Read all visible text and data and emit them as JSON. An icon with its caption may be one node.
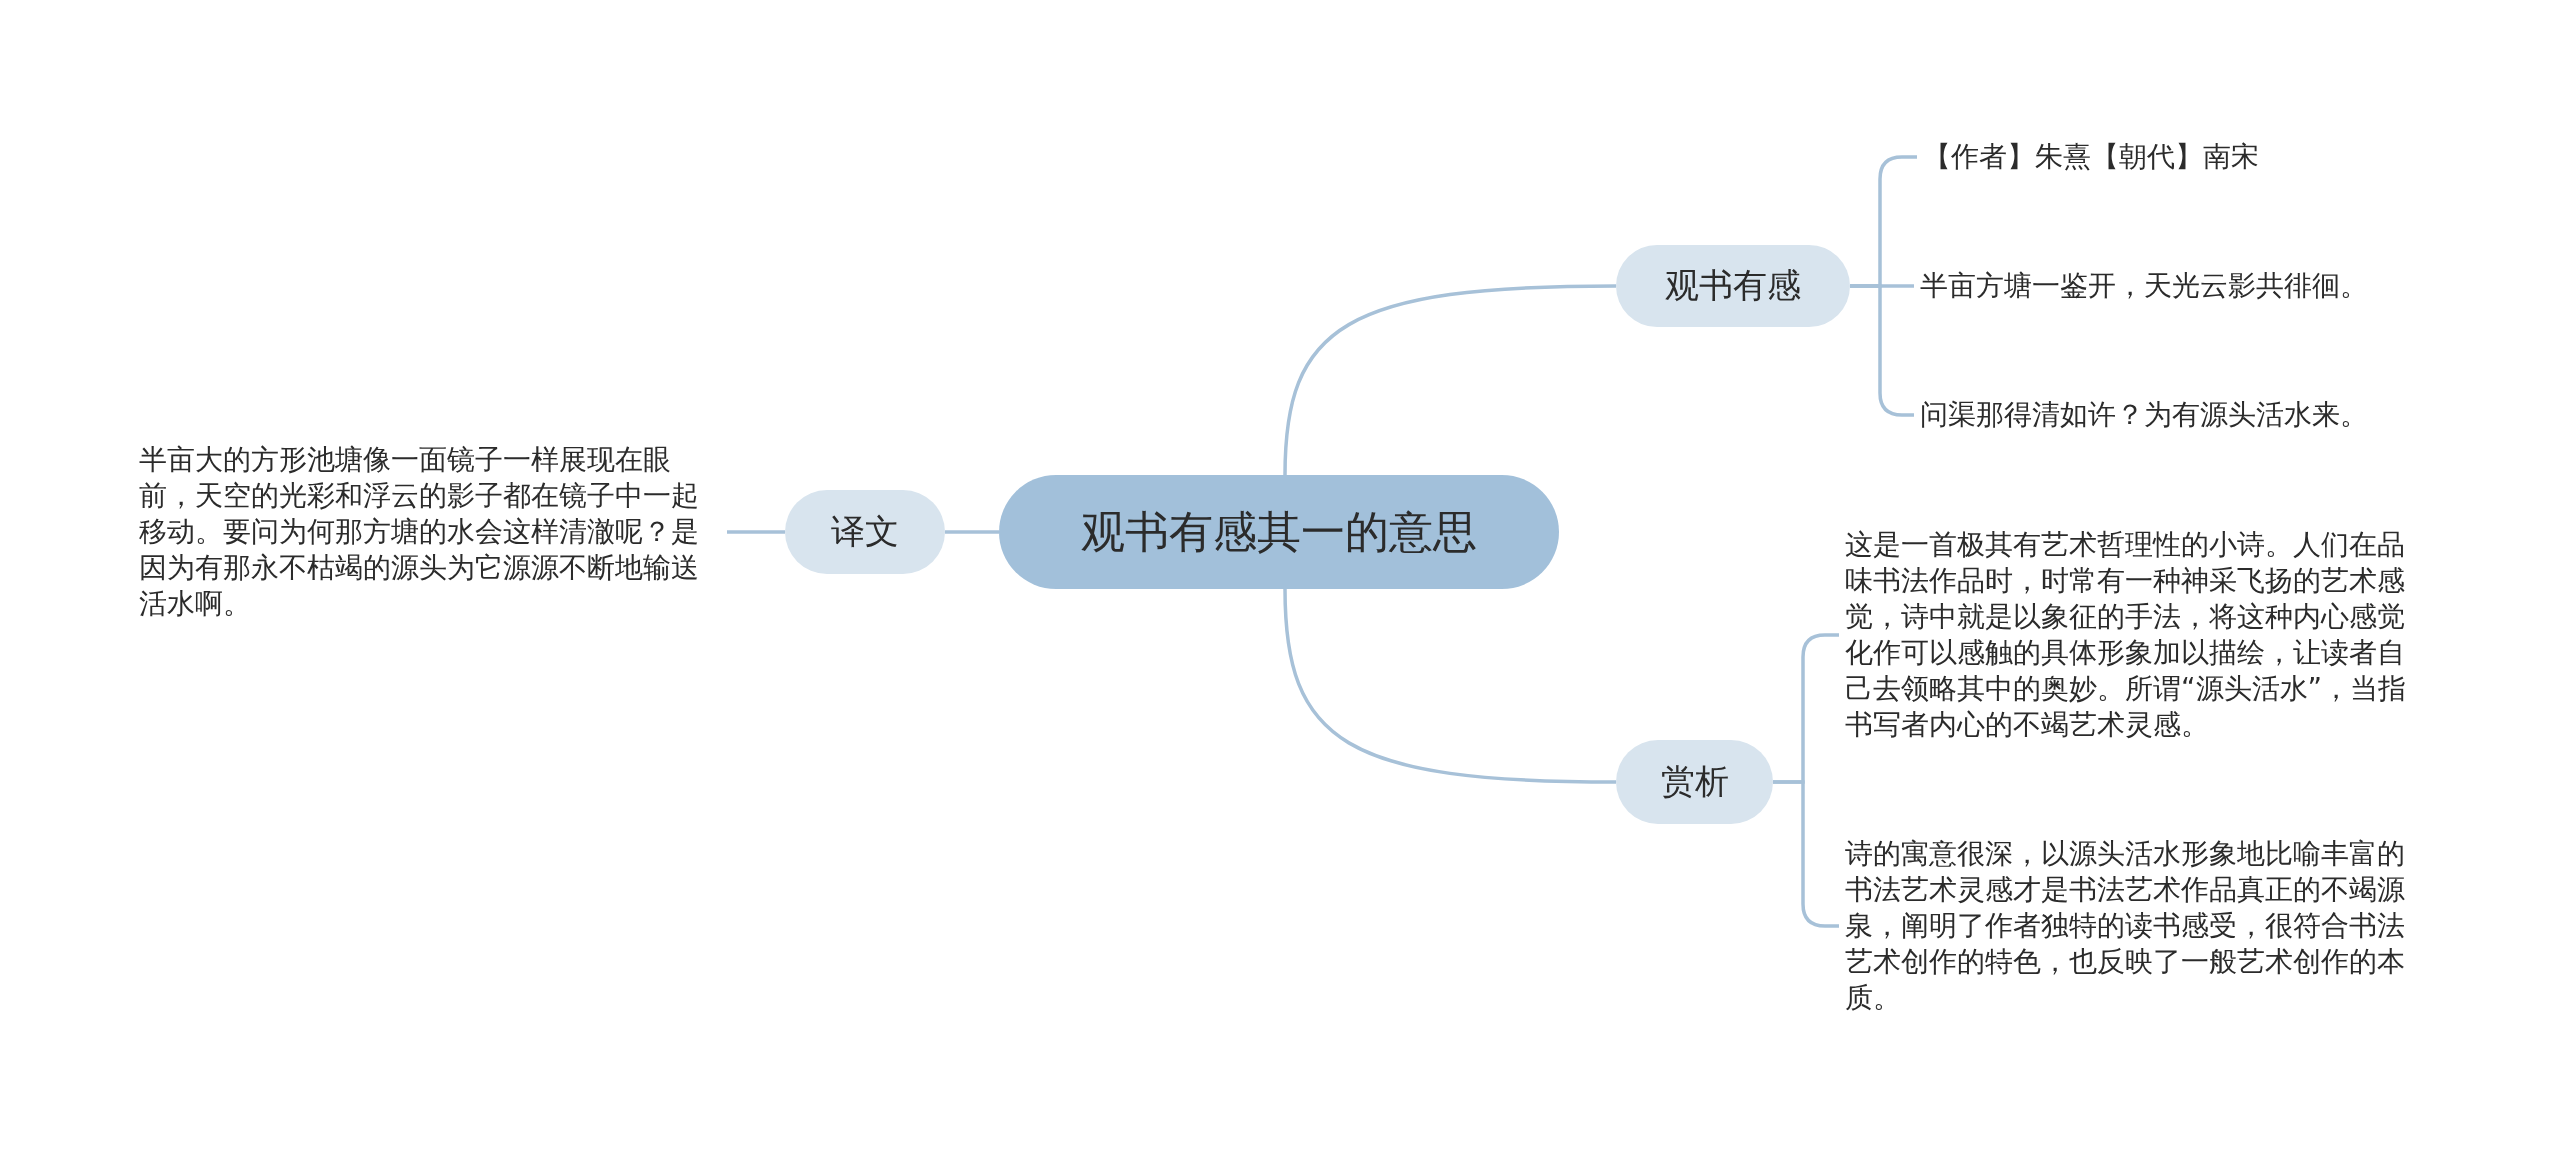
{
  "diagram": {
    "nodes": [
      {
        "text": [
          "观书有感其一的意思"
        ]
      },
      {
        "text": [
          "观书有感"
        ]
      },
      {
        "text": [
          "【作者】朱熹【朝代】南宋"
        ]
      },
      {
        "text": [
          "半亩方塘一鉴开，天光云影共徘徊。"
        ]
      },
      {
        "text": [
          "问渠那得清如许？为有源头活水来。"
        ]
      },
      {
        "text": [
          "赏析"
        ]
      },
      {
        "text": [
          "这是一首极其有艺术哲理性的小诗。人们在品味书法作品时，时常有一种神采飞扬的艺术感觉，诗中就是以象征的手法，将这种内心感觉化作可以感触的具体形象加以描绘，让读者自己去领略其中的奥妙。所谓“源头活水”，当指书写者内心的不竭艺术灵感。"
        ]
      },
      {
        "text": [
          "诗的寓意很深，以源头活水形象地比喻丰富的书法艺术灵感才是书法艺术作品真正的不竭源泉，阐明了作者独特的读书感受，很符合书法艺术创作的特色，也反映了一般艺术创作的本质。"
        ]
      },
      {
        "text": [
          "译文"
        ]
      },
      {
        "text": [
          "半亩大的方形池塘像一面镜子一样展现在眼前，天空的光彩和浮云的影子都在镜子中一起移动。要问为何那方塘的水会这样清澈呢？是因为有那永不枯竭的源头为它源源不断地输送活水啊。"
        ]
      }
    ],
    "edges": [
      {
        "from": 0,
        "to": 1,
        "arrow": "none"
      },
      {
        "from": 1,
        "to": 2,
        "arrow": "none"
      },
      {
        "from": 1,
        "to": 3,
        "arrow": "none"
      },
      {
        "from": 1,
        "to": 4,
        "arrow": "none"
      },
      {
        "from": 0,
        "to": 5,
        "arrow": "none"
      },
      {
        "from": 5,
        "to": 6,
        "arrow": "none"
      },
      {
        "from": 5,
        "to": 7,
        "arrow": "none"
      },
      {
        "from": 0,
        "to": 8,
        "arrow": "none"
      },
      {
        "from": 8,
        "to": 9,
        "arrow": "none"
      }
    ]
  }
}
